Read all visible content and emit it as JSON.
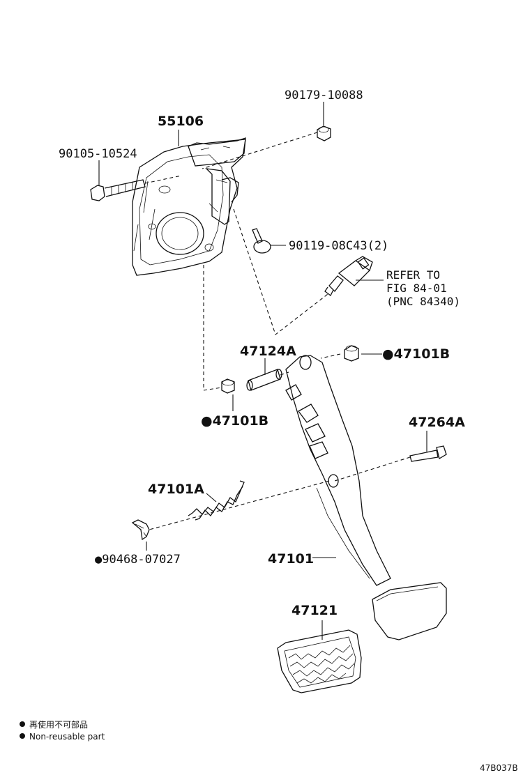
{
  "callouts": {
    "p90179": "90179-10088",
    "p55106": "55106",
    "p90105": "90105-10524",
    "p90119": "90119-08C43(2)",
    "refer_line1": "REFER TO",
    "refer_line2": "FIG 84-01",
    "refer_line3": "(PNC 84340)",
    "p47124A": "47124A",
    "p47101B_right": "●47101B",
    "p47101B_left": "●47101B",
    "p47264A": "47264A",
    "p47101A": "47101A",
    "p90468": "●90468-07027",
    "p47101": "47101",
    "p47121": "47121"
  },
  "legend": {
    "line1": "再使用不可部品",
    "line2": "Non-reusable part"
  },
  "figure_code": "47B037B"
}
